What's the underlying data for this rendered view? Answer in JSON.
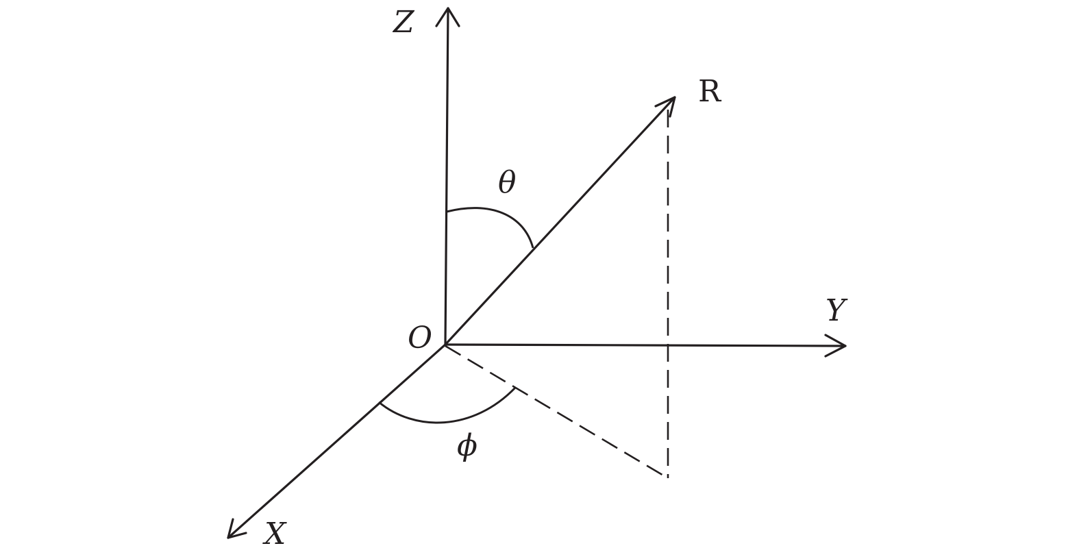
{
  "labels": {
    "z_axis": "Z",
    "y_axis": "Y",
    "x_axis": "X",
    "origin": "O",
    "vector": "R",
    "polar_angle": "θ",
    "azimuth_angle": "ϕ"
  },
  "colors": {
    "stroke": "#231f20",
    "background": "#ffffff"
  }
}
